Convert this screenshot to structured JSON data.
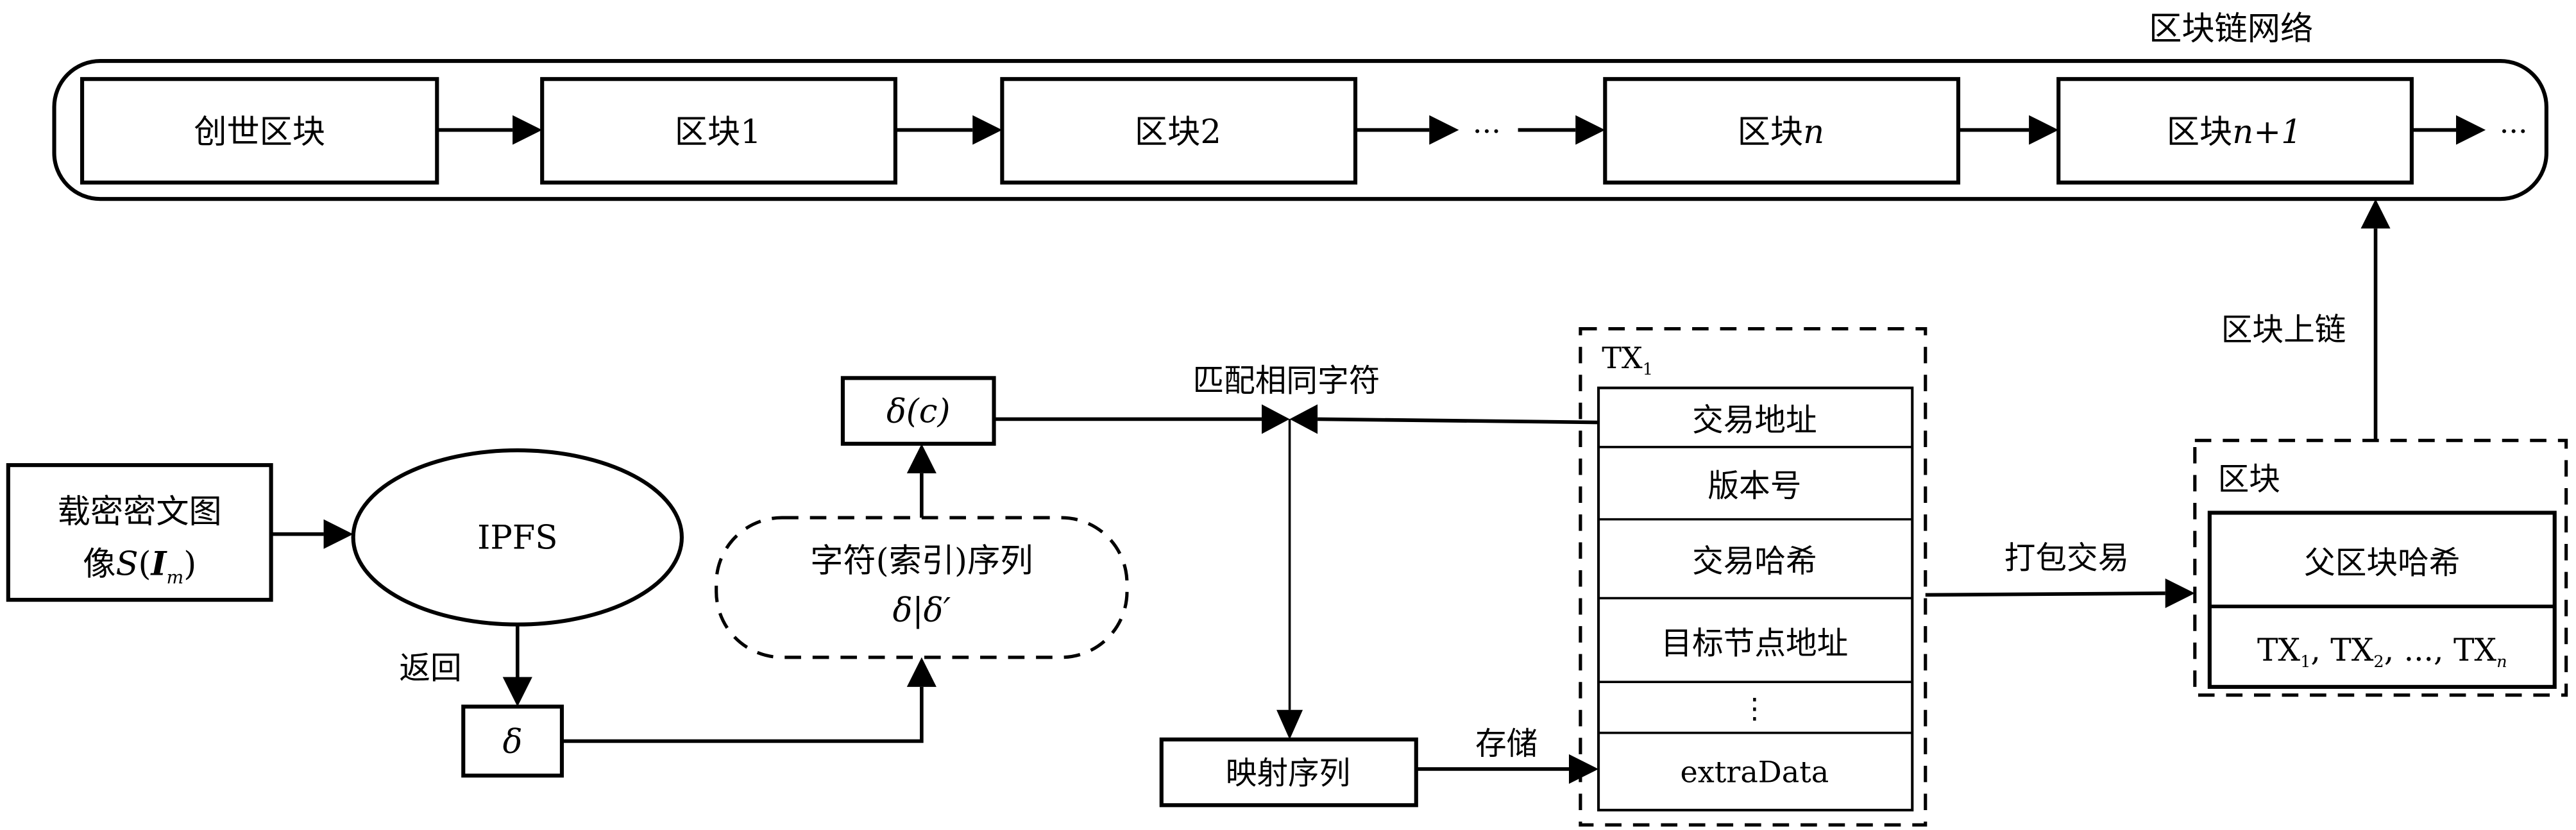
{
  "network": {
    "title": "区块链网络",
    "blocks": [
      {
        "label": "创世区块",
        "suffix": ""
      },
      {
        "label": "区块",
        "suffix": "1"
      },
      {
        "label": "区块",
        "suffix": "2"
      },
      {
        "label": "区块",
        "suffix": "n",
        "suffix_italic": true
      },
      {
        "label": "区块",
        "suffix": "n+1",
        "suffix_italic": true
      }
    ],
    "ellipsis": "···",
    "trailing": "···"
  },
  "source": {
    "line1": "载密密文图",
    "line2_prefix": "像",
    "line2_S": "S",
    "line2_open": "(",
    "line2_I": "I",
    "line2_sub": "m",
    "line2_close": ")"
  },
  "ipfs": {
    "label": "IPFS"
  },
  "return_label": "返回",
  "delta": {
    "label": "δ"
  },
  "sequence": {
    "line1": "字符(索引)序列",
    "line2": "δ|δ′"
  },
  "delta_c": {
    "label": "δ(c)"
  },
  "match_label": "匹配相同字符",
  "mapping": {
    "label": "映射序列"
  },
  "store_label": "存储",
  "tx": {
    "title": "TX",
    "title_sub": "1",
    "fields": [
      "交易地址",
      "版本号",
      "交易哈希",
      "目标节点地址",
      "⋮",
      "extraData"
    ]
  },
  "pack_label": "打包交易",
  "block": {
    "title": "区块",
    "parent_hash": "父区块哈希",
    "tx_list": [
      {
        "name": "TX",
        "sub": "1"
      },
      {
        "name": "TX",
        "sub": "2"
      },
      {
        "name": "...",
        "sub": ""
      },
      {
        "name": "TX",
        "sub": "n"
      }
    ]
  },
  "onchain_label": "区块上链"
}
